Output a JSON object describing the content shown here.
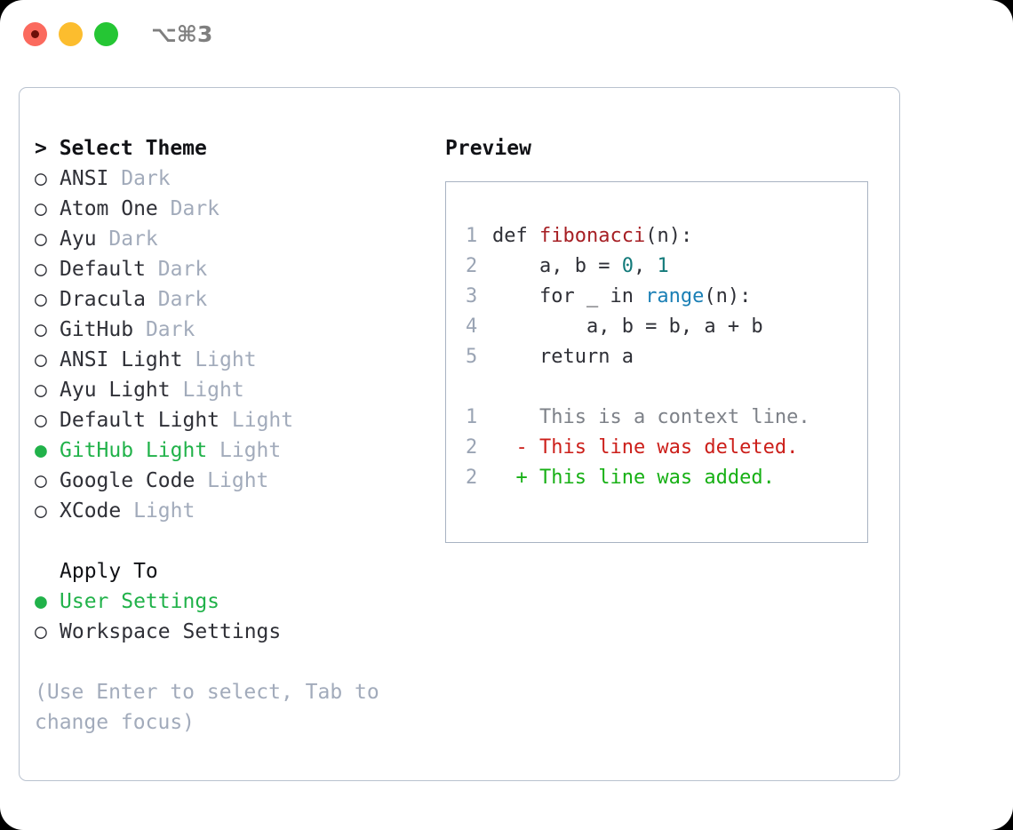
{
  "titlebar": {
    "shortcut": "⌥⌘3",
    "buttons": [
      "close",
      "minimize",
      "maximize"
    ]
  },
  "theme_list": {
    "heading": "> Select Theme",
    "items": [
      {
        "marker": "○",
        "label": "ANSI",
        "tag": "Dark",
        "selected": false
      },
      {
        "marker": "○",
        "label": "Atom One",
        "tag": "Dark",
        "selected": false
      },
      {
        "marker": "○",
        "label": "Ayu",
        "tag": "Dark",
        "selected": false
      },
      {
        "marker": "○",
        "label": "Default",
        "tag": "Dark",
        "selected": false
      },
      {
        "marker": "○",
        "label": "Dracula",
        "tag": "Dark",
        "selected": false
      },
      {
        "marker": "○",
        "label": "GitHub",
        "tag": "Dark",
        "selected": false
      },
      {
        "marker": "○",
        "label": "ANSI Light",
        "tag": "Light",
        "selected": false
      },
      {
        "marker": "○",
        "label": "Ayu Light",
        "tag": "Light",
        "selected": false
      },
      {
        "marker": "○",
        "label": "Default Light",
        "tag": "Light",
        "selected": false
      },
      {
        "marker": "●",
        "label": "GitHub Light",
        "tag": "Light",
        "selected": true
      },
      {
        "marker": "○",
        "label": "Google Code",
        "tag": "Light",
        "selected": false
      },
      {
        "marker": "○",
        "label": "XCode",
        "tag": "Light",
        "selected": false
      }
    ]
  },
  "apply_to": {
    "heading": "Apply To",
    "items": [
      {
        "marker": "●",
        "label": "User Settings",
        "selected": true
      },
      {
        "marker": "○",
        "label": "Workspace Settings",
        "selected": false
      }
    ]
  },
  "hint": "(Use Enter to select, Tab to change focus)",
  "preview": {
    "heading": "Preview",
    "code_lines": [
      {
        "number": "1",
        "text": "def fibonacci(n):"
      },
      {
        "number": "2",
        "text": "    a, b = 0, 1"
      },
      {
        "number": "3",
        "text": "    for _ in range(n):"
      },
      {
        "number": "4",
        "text": "        a, b = b, a + b"
      },
      {
        "number": "5",
        "text": "    return a"
      }
    ],
    "diff_lines": [
      {
        "number": "1",
        "sign": " ",
        "text": "This is a context line.",
        "kind": "context"
      },
      {
        "number": "2",
        "sign": "-",
        "text": "This line was deleted.",
        "kind": "deleted"
      },
      {
        "number": "2",
        "sign": "+",
        "text": "This line was added.",
        "kind": "added"
      }
    ]
  },
  "colors": {
    "selected_green": "#21b24a",
    "tag_gray": "#a2abbb",
    "function_red": "#a61f24",
    "number_teal": "#137a7a",
    "builtin_blue": "#1a7fb5",
    "diff_deleted": "#cc1f1a",
    "diff_added": "#17b015",
    "panel_border": "#b9c2cf"
  }
}
